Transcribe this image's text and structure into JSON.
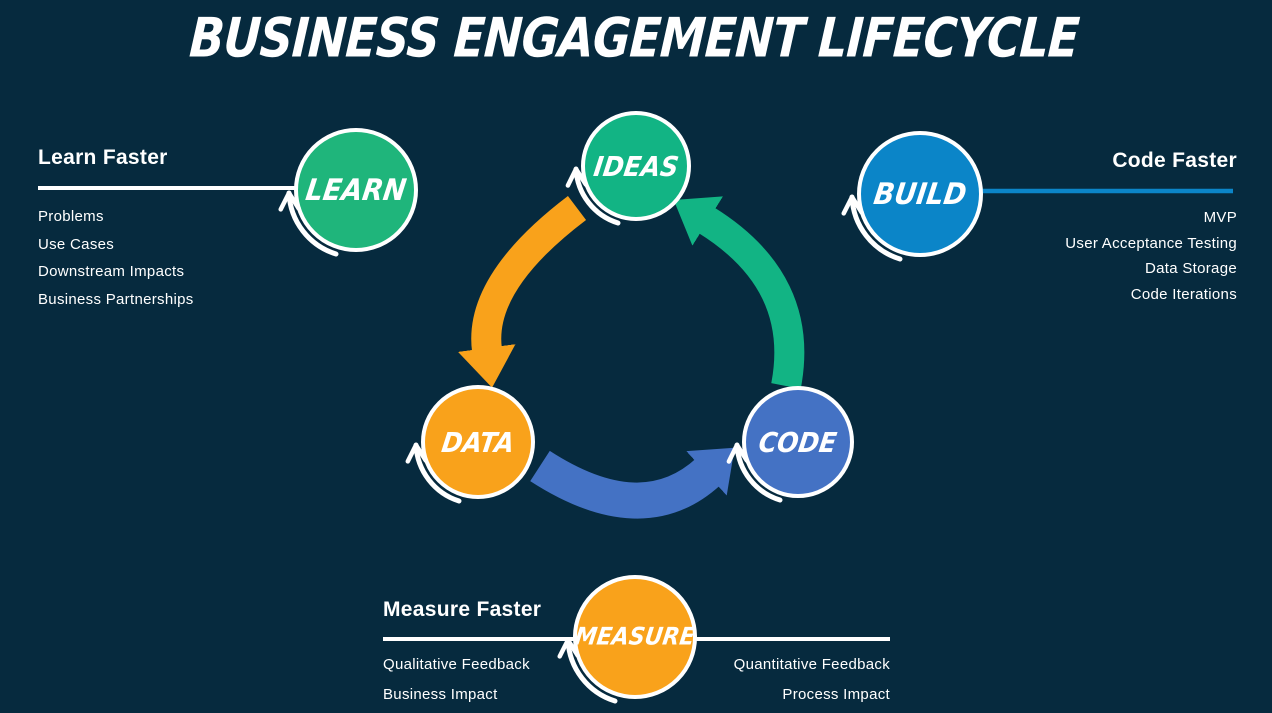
{
  "title": "BUSINESS ENGAGEMENT LIFECYCLE",
  "palette": {
    "background": "#062A3E",
    "ideas_green": "#12B484",
    "learn_green": "#1FB57B",
    "build_blue": "#0B85C8",
    "code_blue": "#4472C4",
    "orange": "#F9A21B",
    "line_white": "#FFFFFF"
  },
  "cycle": {
    "ideas_label": "IDEAS",
    "data_label": "DATA",
    "code_label": "CODE"
  },
  "satellites": {
    "learn_label": "LEARN",
    "build_label": "BUILD",
    "measure_label": "MEASURE"
  },
  "learn_panel": {
    "heading": "Learn Faster",
    "items": [
      "Problems",
      "Use Cases",
      "Downstream Impacts",
      "Business Partnerships"
    ]
  },
  "build_panel": {
    "heading": "Code Faster",
    "items": [
      "MVP",
      "User Acceptance Testing",
      "Data Storage",
      "Code Iterations"
    ]
  },
  "measure_panel": {
    "heading": "Measure Faster",
    "left_items": [
      "Qualitative Feedback",
      "Business Impact"
    ],
    "right_items": [
      "Quantitative Feedback",
      "Process Impact"
    ]
  }
}
